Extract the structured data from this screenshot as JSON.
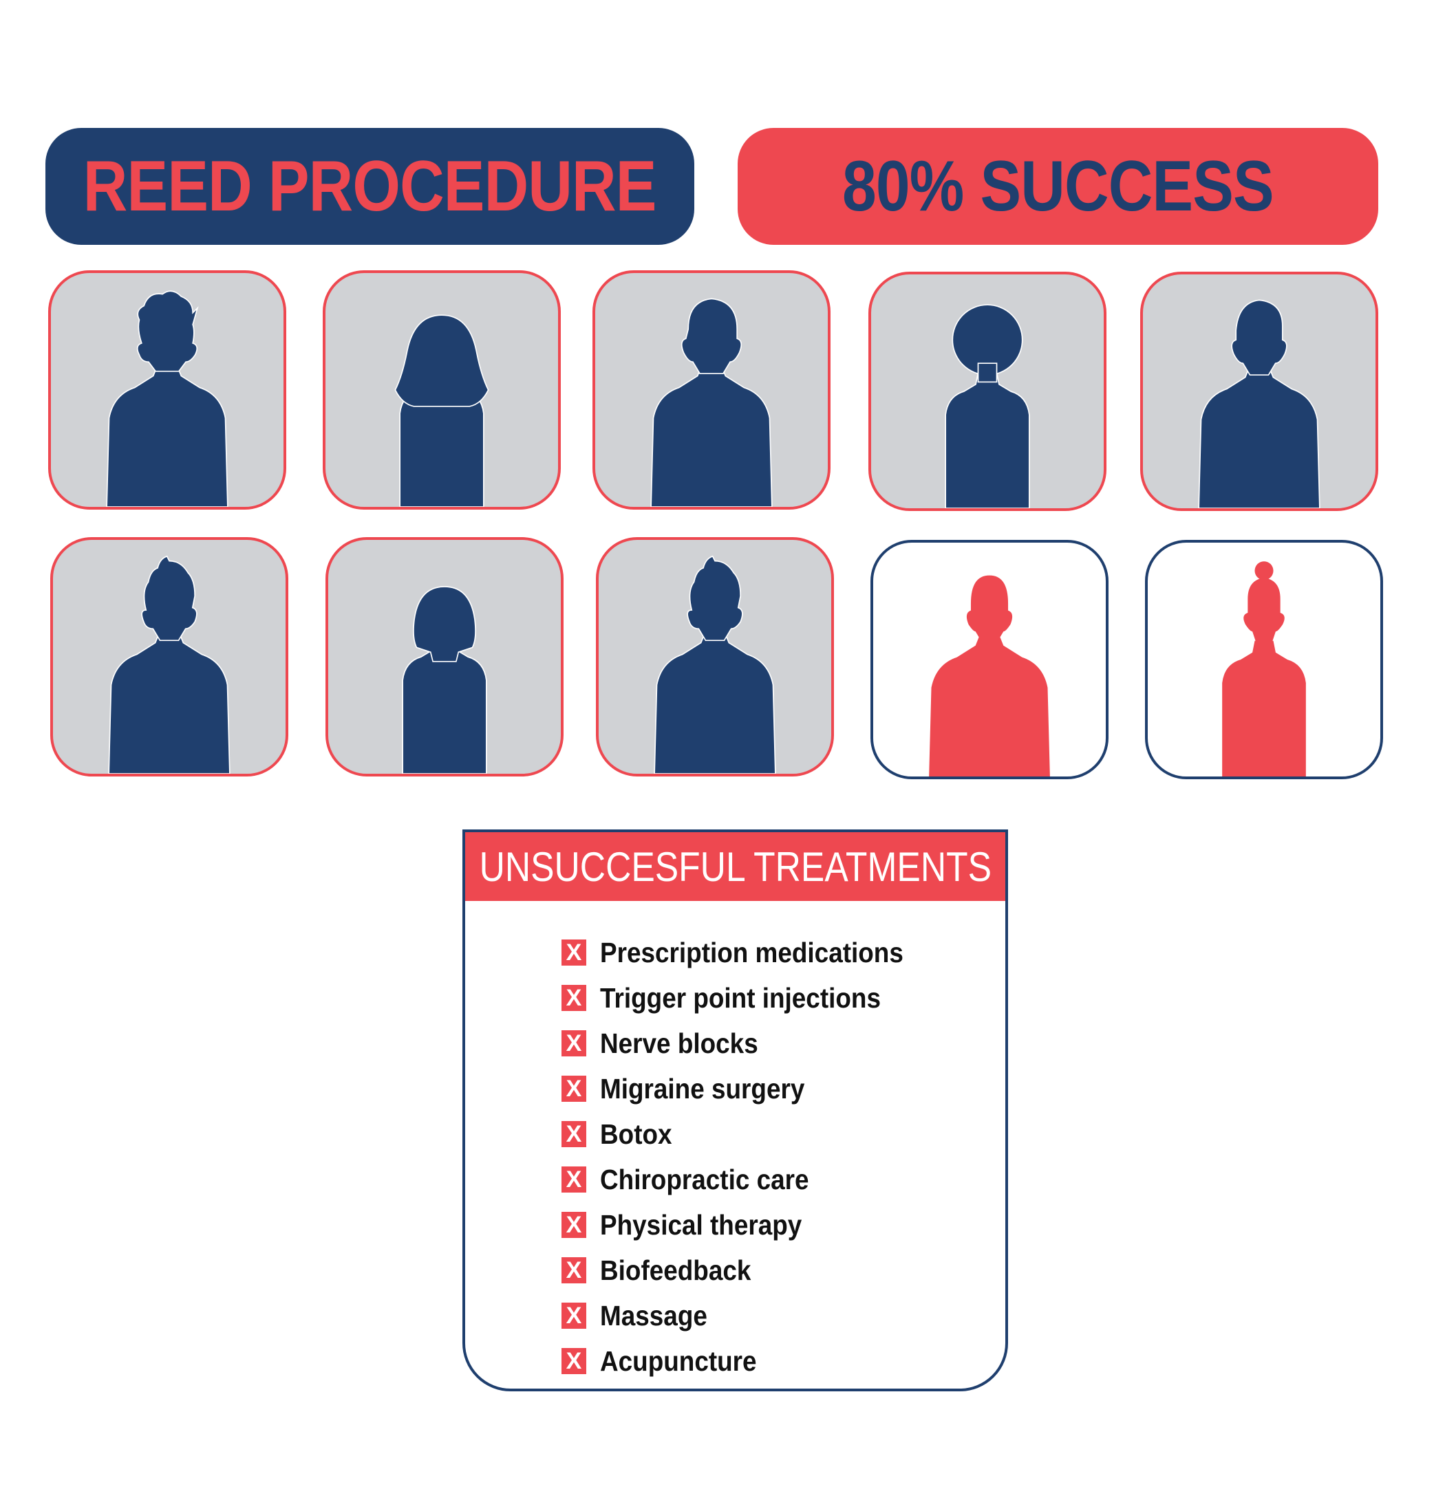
{
  "header": {
    "procedure_title": "REED PROCEDURE",
    "success_rate_label": "80% SUCCESS",
    "success_rate_percent": 80
  },
  "colors": {
    "navy": "#1f3f6e",
    "red": "#ee4850",
    "card_gray": "#d0d2d5",
    "white": "#ffffff"
  },
  "patients": [
    {
      "figure": "man-tousled-hair",
      "outcome": "success"
    },
    {
      "figure": "woman-long-wavy-hair",
      "outcome": "success"
    },
    {
      "figure": "man-short-hair",
      "outcome": "success"
    },
    {
      "figure": "woman-afro",
      "outcome": "success"
    },
    {
      "figure": "man-side-part",
      "outcome": "success"
    },
    {
      "figure": "man-spiky-hair",
      "outcome": "success"
    },
    {
      "figure": "woman-bob",
      "outcome": "success"
    },
    {
      "figure": "man-spiky-hair",
      "outcome": "success"
    },
    {
      "figure": "man-plain",
      "outcome": "unsuccessful"
    },
    {
      "figure": "woman-bun",
      "outcome": "unsuccessful"
    }
  ],
  "treatments": {
    "title": "UNSUCCESFUL TREATMENTS",
    "marker": "X",
    "items": [
      "Prescription medications",
      "Trigger point injections",
      "Nerve blocks",
      "Migraine surgery",
      "Botox",
      "Chiropractic care",
      "Physical therapy",
      "Biofeedback",
      "Massage",
      "Acupuncture"
    ]
  }
}
